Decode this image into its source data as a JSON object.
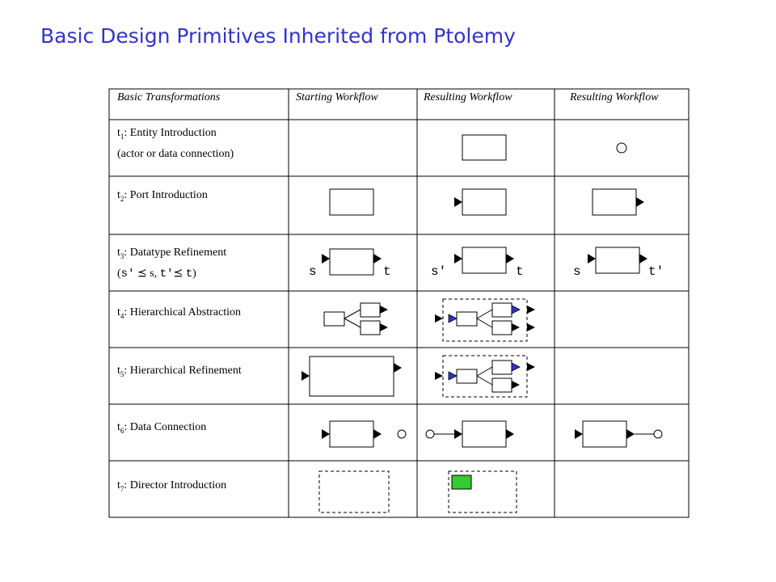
{
  "page_title": "Basic Design Primitives Inherited from Ptolemy",
  "table": {
    "headers": [
      "Basic Transformations",
      "Starting Workflow",
      "Resulting Workflow",
      "Resulting Workflow"
    ],
    "rows": [
      {
        "t": "t",
        "sub": "1",
        "label": ": Entity Introduction",
        "label2": "(actor or data connection)"
      },
      {
        "t": "t",
        "sub": "2",
        "label": ": Port Introduction"
      },
      {
        "t": "t",
        "sub": "3",
        "label": ": Datatype Refinement",
        "cond_open": "(",
        "cond_s_prime": "s'",
        "cond_mid1": " ⪯ s, ",
        "cond_t_prime": "t'",
        "cond_mid2": "⪯ ",
        "cond_t": "t",
        "cond_close": ")"
      },
      {
        "t": "t",
        "sub": "4",
        "label": ": Hierarchical Abstraction"
      },
      {
        "t": "t",
        "sub": "5",
        "label": ": Hierarchical Refinement"
      },
      {
        "t": "t",
        "sub": "6",
        "label": ": Data Connection"
      },
      {
        "t": "t",
        "sub": "7",
        "label": ": Director Introduction"
      }
    ]
  },
  "type_labels": {
    "s": "s",
    "t": "t",
    "s_prime": "s'",
    "t_prime": "t'"
  },
  "colors": {
    "title": "#3333cc",
    "port_highlight": "#3333cc",
    "director": "#33cc33",
    "line": "#000000"
  }
}
